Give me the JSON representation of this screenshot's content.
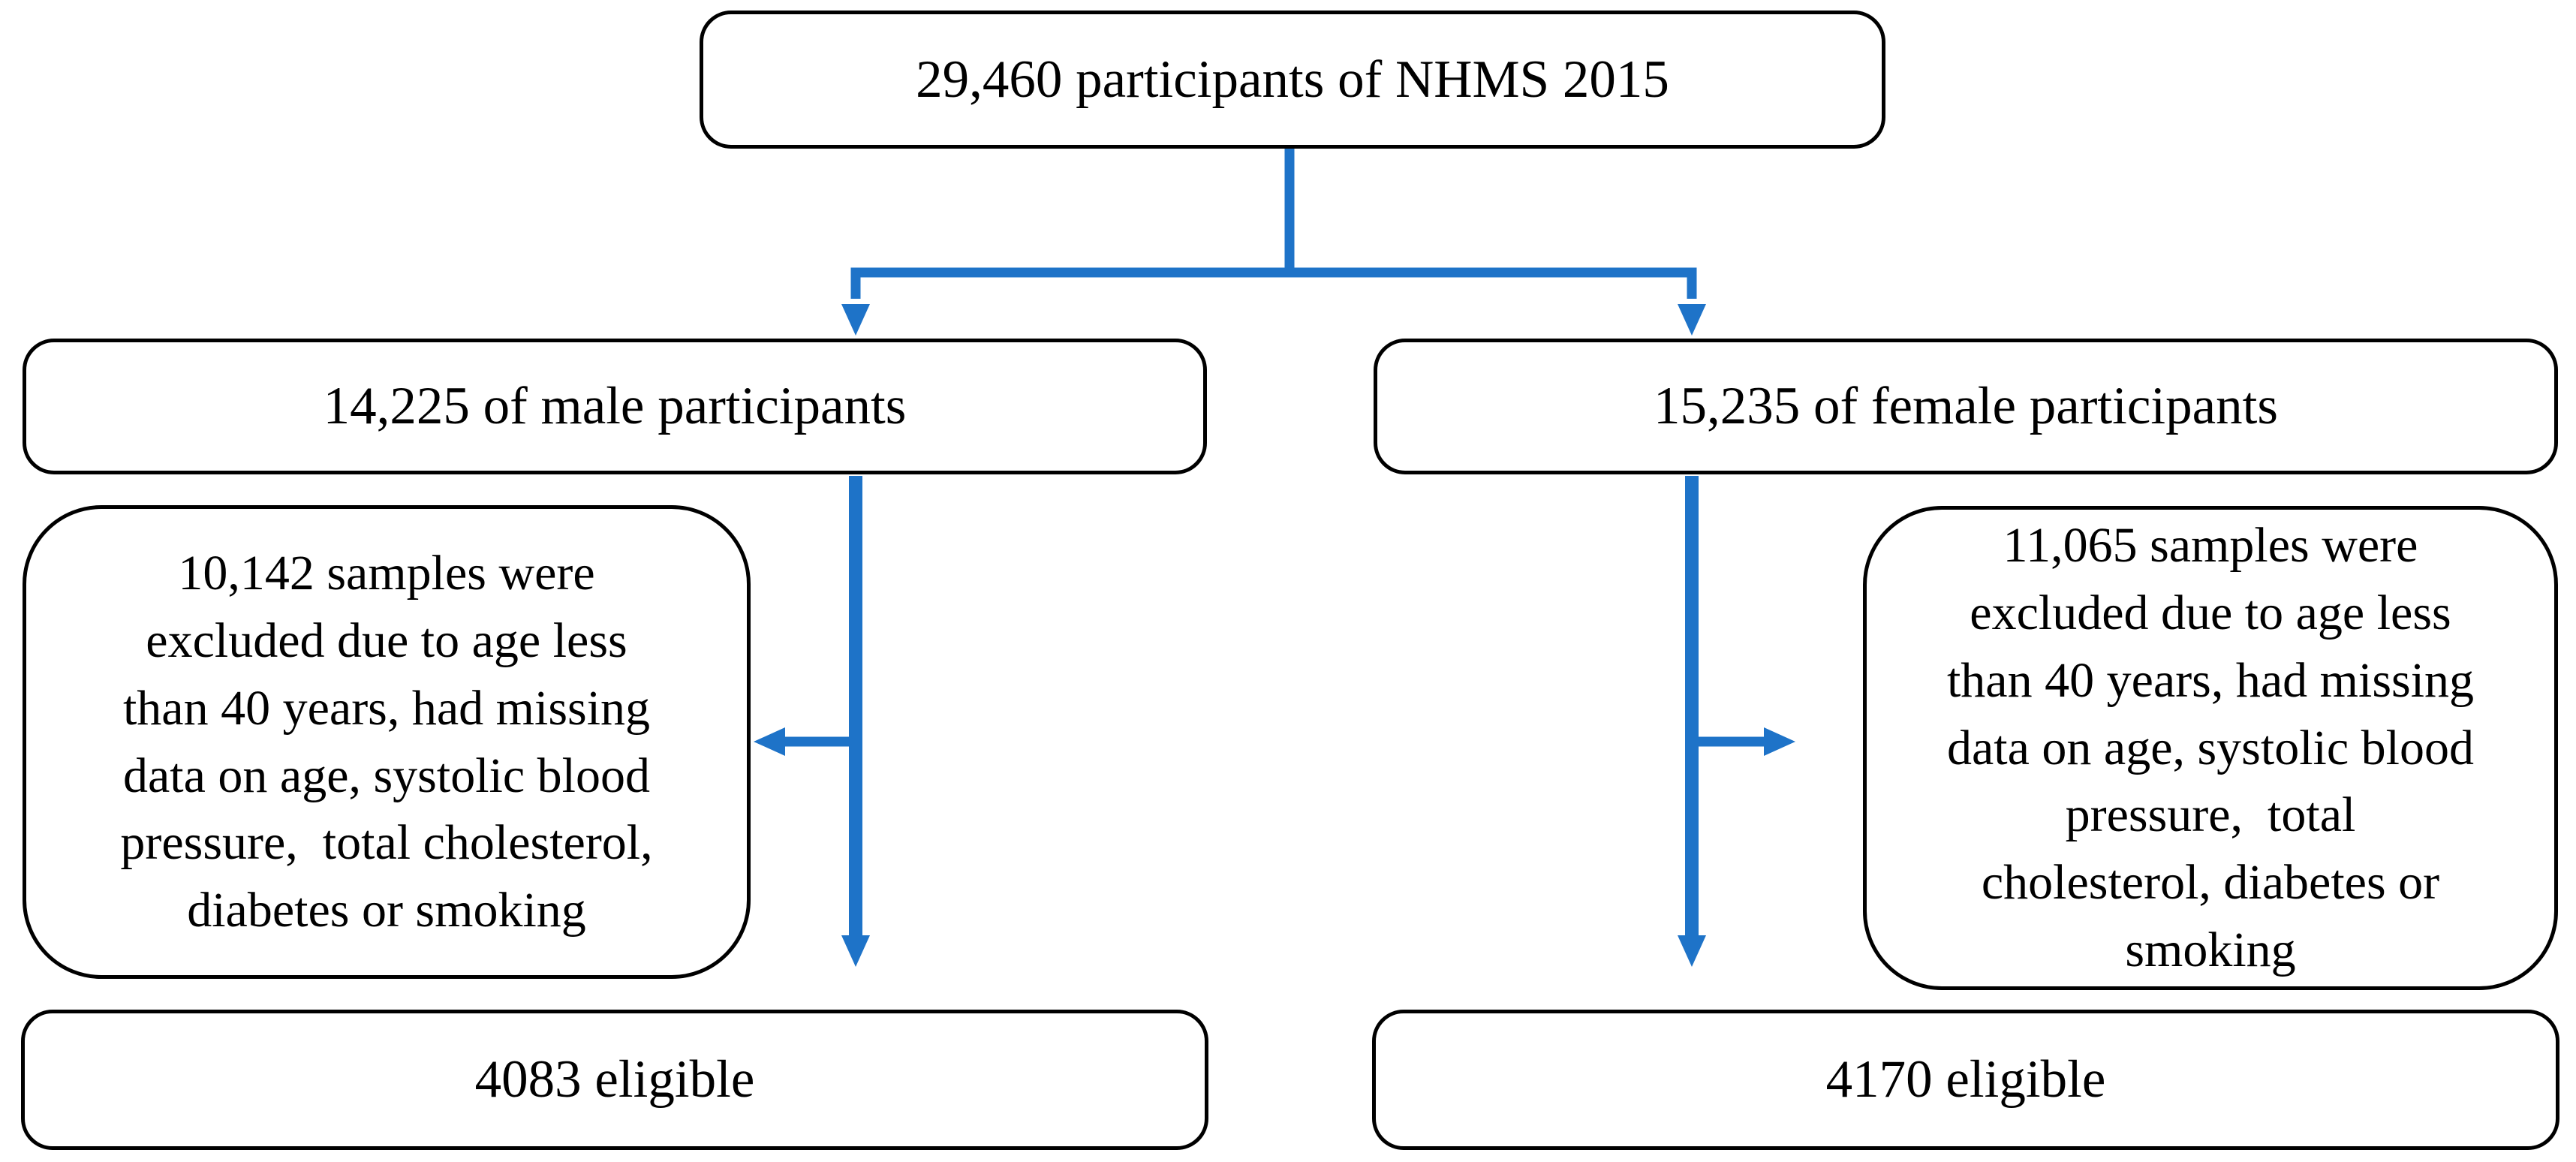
{
  "colors": {
    "accent": "#1E73C8",
    "box_border": "#000000",
    "text": "#000000",
    "background": "#FFFFFF"
  },
  "flowchart": {
    "total_box": "29,460 participants of NHMS 2015",
    "male_box": "14,225 of male participants",
    "female_box": "15,235 of female participants",
    "male_excluded_box": "10,142 samples were\nexcluded due to age less\nthan 40 years, had missing\ndata on age, systolic blood\npressure,  total cholesterol,\ndiabetes or smoking",
    "female_excluded_box": "11,065 samples were\nexcluded due to age less\nthan 40 years, had missing\ndata on age, systolic blood\npressure,  total\ncholesterol, diabetes or\nsmoking",
    "male_eligible_box": "4083 eligible",
    "female_eligible_box": "4170 eligible"
  }
}
